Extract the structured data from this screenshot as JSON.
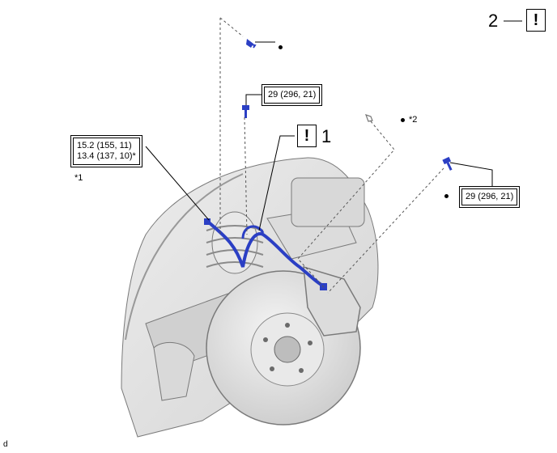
{
  "callouts": {
    "torque_top": "29 (296, 21)",
    "torque_right": "29 (296, 21)",
    "torque_left_line1": "15.2 (155, 11)",
    "torque_left_line2": "13.4 (137, 10)*",
    "star1": "*1",
    "star2": "*2",
    "step1_num": "1",
    "step2_num": "2",
    "caution_symbol": "!",
    "footer_code": "d"
  },
  "colors": {
    "line": "#000000",
    "brake_hose": "#2b3fc4",
    "bolt": "#2b3fc4",
    "part_fill": "#e4e4e4",
    "part_stroke": "#7a7a7a"
  },
  "icons": [
    "caution-icon",
    "bolt-icon",
    "clip-icon",
    "bracket-icon"
  ]
}
